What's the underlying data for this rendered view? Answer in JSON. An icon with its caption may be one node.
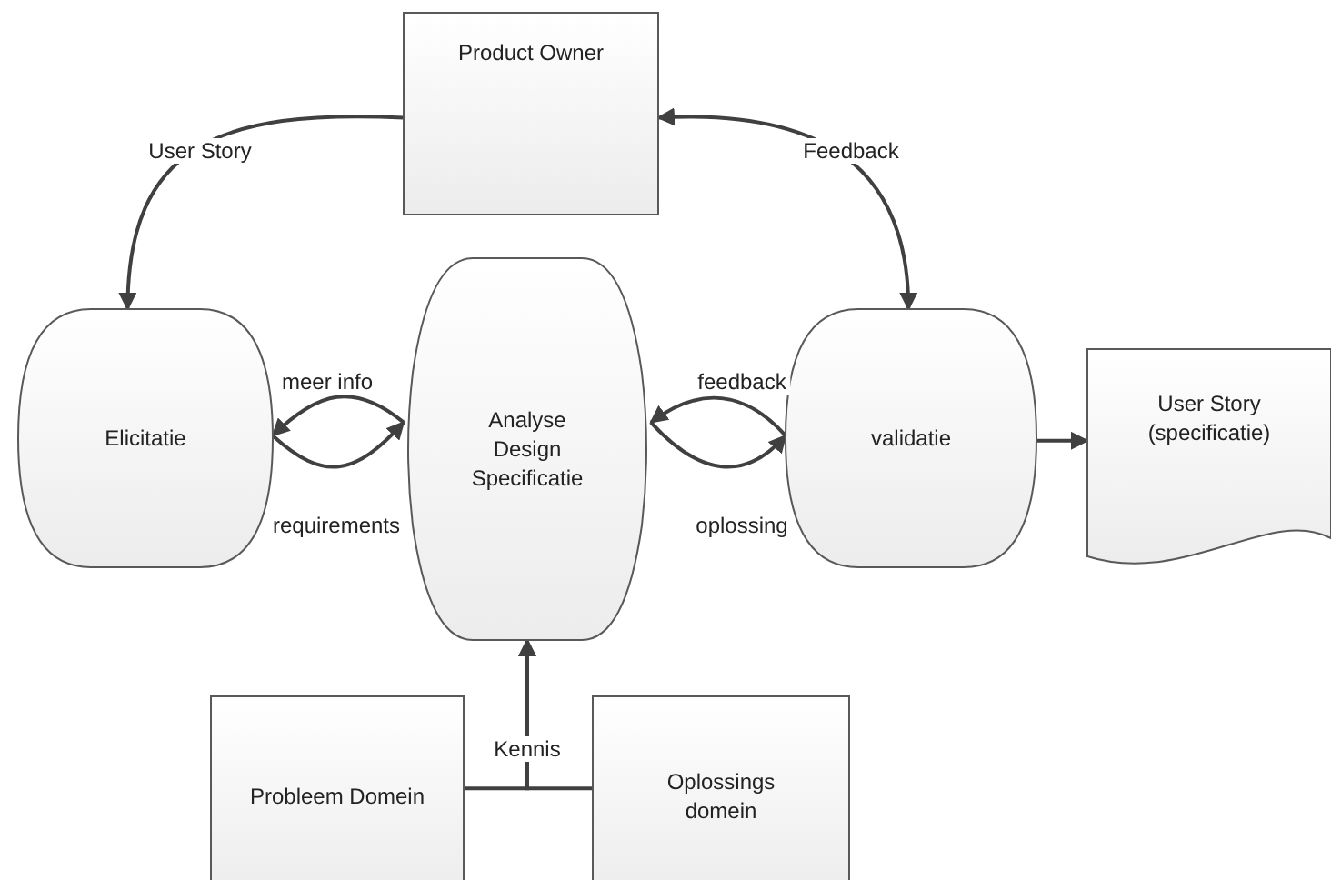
{
  "diagram": {
    "nodes": [
      {
        "text": [
          "Product Owner"
        ]
      },
      {
        "text": [
          "Elicitatie"
        ]
      },
      {
        "text": [
          "Analyse Design Specificatie"
        ]
      },
      {
        "text": [
          "validatie"
        ]
      },
      {
        "text": [
          "User Story (specificatie)"
        ]
      },
      {
        "text": [
          "Probleem Domein"
        ]
      },
      {
        "text": [
          "Oplossings domein"
        ]
      }
    ],
    "edges": [
      {
        "from": 0,
        "to": 1,
        "arrow": "to",
        "label": "User Story"
      },
      {
        "from": 0,
        "to": 3,
        "arrow": "both",
        "label": "Feedback"
      },
      {
        "from": 2,
        "to": 1,
        "arrow": "to",
        "label": "meer info"
      },
      {
        "from": 1,
        "to": 2,
        "arrow": "to",
        "label": "requirements"
      },
      {
        "from": 3,
        "to": 2,
        "arrow": "to",
        "label": "feedback"
      },
      {
        "from": 2,
        "to": 3,
        "arrow": "to",
        "label": "oplossing"
      },
      {
        "from": 3,
        "to": 4,
        "arrow": "to"
      },
      {
        "from": 5,
        "to": 2,
        "arrow": "to",
        "label": "Kennis"
      },
      {
        "from": 6,
        "to": 2,
        "arrow": "to"
      }
    ]
  }
}
